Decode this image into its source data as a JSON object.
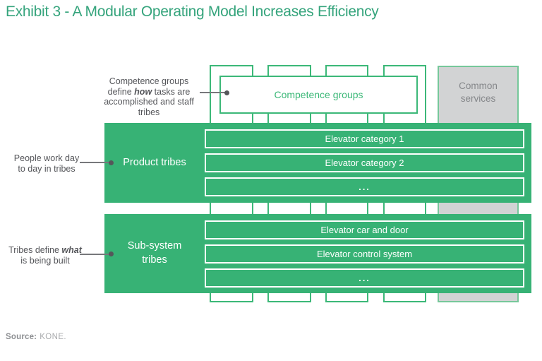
{
  "title": "Exhibit 3 - A Modular Operating Model Increases Efficiency",
  "colors": {
    "green_accent": "#3cb878",
    "band_green": "#37b275",
    "title_green": "#35a47c",
    "gray_fill": "#d2d3d4",
    "label_gray": "#55565a",
    "source_gray": "#a9abad",
    "white": "#ffffff"
  },
  "annotations": {
    "competence": {
      "line1": "Competence groups",
      "line2_pre": "define ",
      "line2_em": "how",
      "line2_post": " tasks are",
      "line3": "accomplished and staff",
      "line4": "tribes"
    },
    "product": {
      "line1": "People work day",
      "line2": "to day in tribes"
    },
    "subsystem": {
      "line1_pre": "Tribes define ",
      "line1_em": "what",
      "line2": "is being built"
    }
  },
  "diagram": {
    "competence_box": {
      "label": "Competence groups"
    },
    "common_services": {
      "line1": "Common",
      "line2": "services"
    },
    "product_tribes": {
      "label": "Product tribes",
      "rows": [
        "Elevator category 1",
        "Elevator category 2",
        "..."
      ]
    },
    "subsystem_tribes": {
      "label_line1": "Sub-system",
      "label_line2": "tribes",
      "rows": [
        "Elevator car and door",
        "Elevator control system",
        "..."
      ]
    }
  },
  "source": {
    "label": "Source:",
    "value": "KONE."
  }
}
